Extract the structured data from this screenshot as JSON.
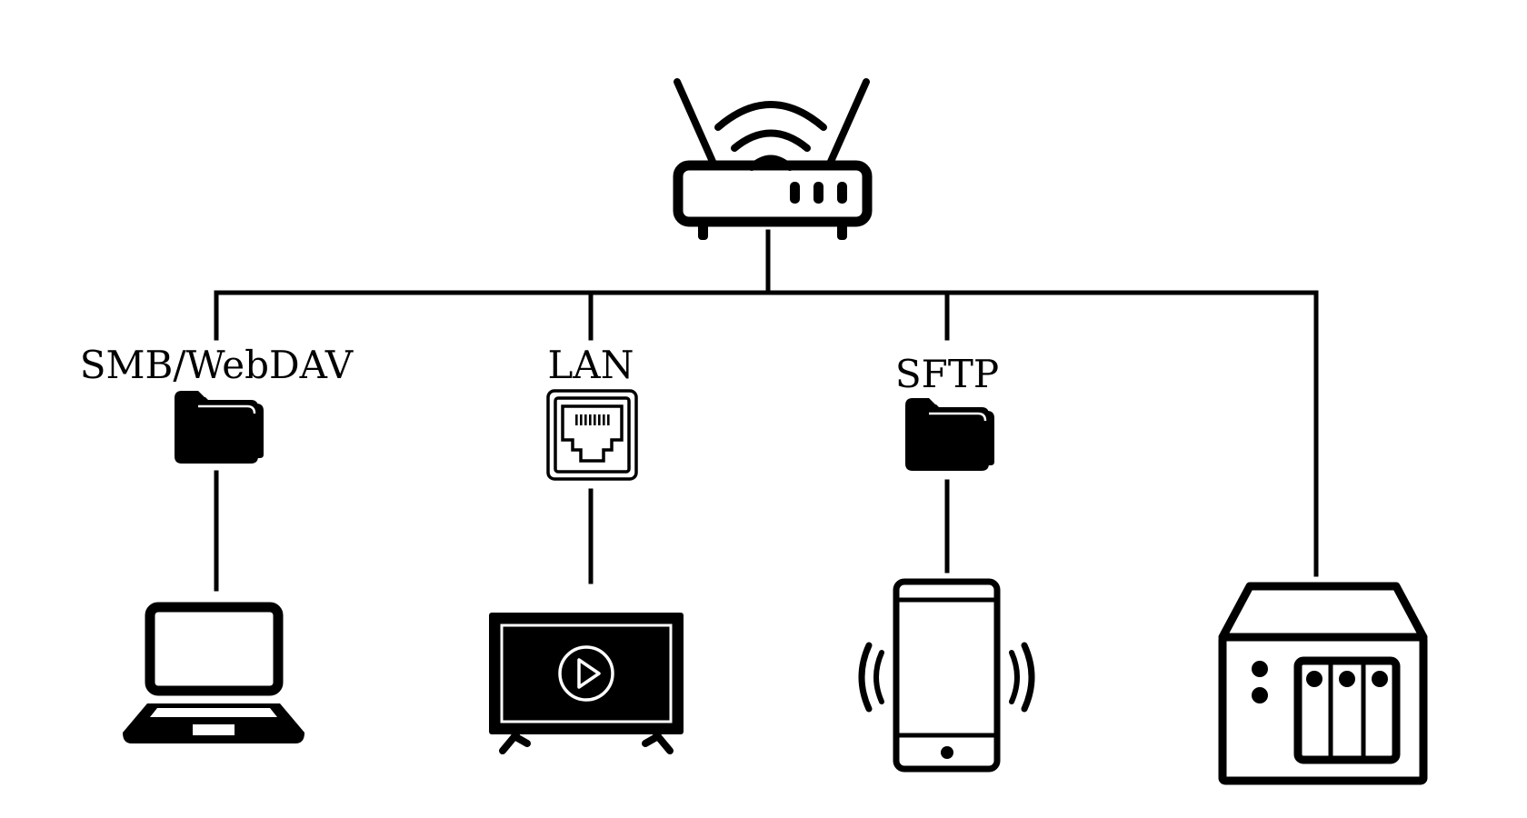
{
  "diagram": {
    "labels": {
      "smb": "SMB/WebDAV",
      "lan": "LAN",
      "sftp": "SFTP"
    },
    "nodes": [
      {
        "id": "router",
        "icon": "wifi-router-icon"
      },
      {
        "id": "laptop",
        "icon": "laptop-icon"
      },
      {
        "id": "tv",
        "icon": "tv-icon"
      },
      {
        "id": "phone",
        "icon": "smartphone-icon"
      },
      {
        "id": "nas",
        "icon": "nas-server-icon"
      }
    ],
    "connectors": [
      {
        "icon": "folder-icon",
        "label_ref": "smb"
      },
      {
        "icon": "ethernet-port-icon",
        "label_ref": "lan"
      },
      {
        "icon": "folder-icon",
        "label_ref": "sftp"
      }
    ],
    "color": "#000000"
  }
}
